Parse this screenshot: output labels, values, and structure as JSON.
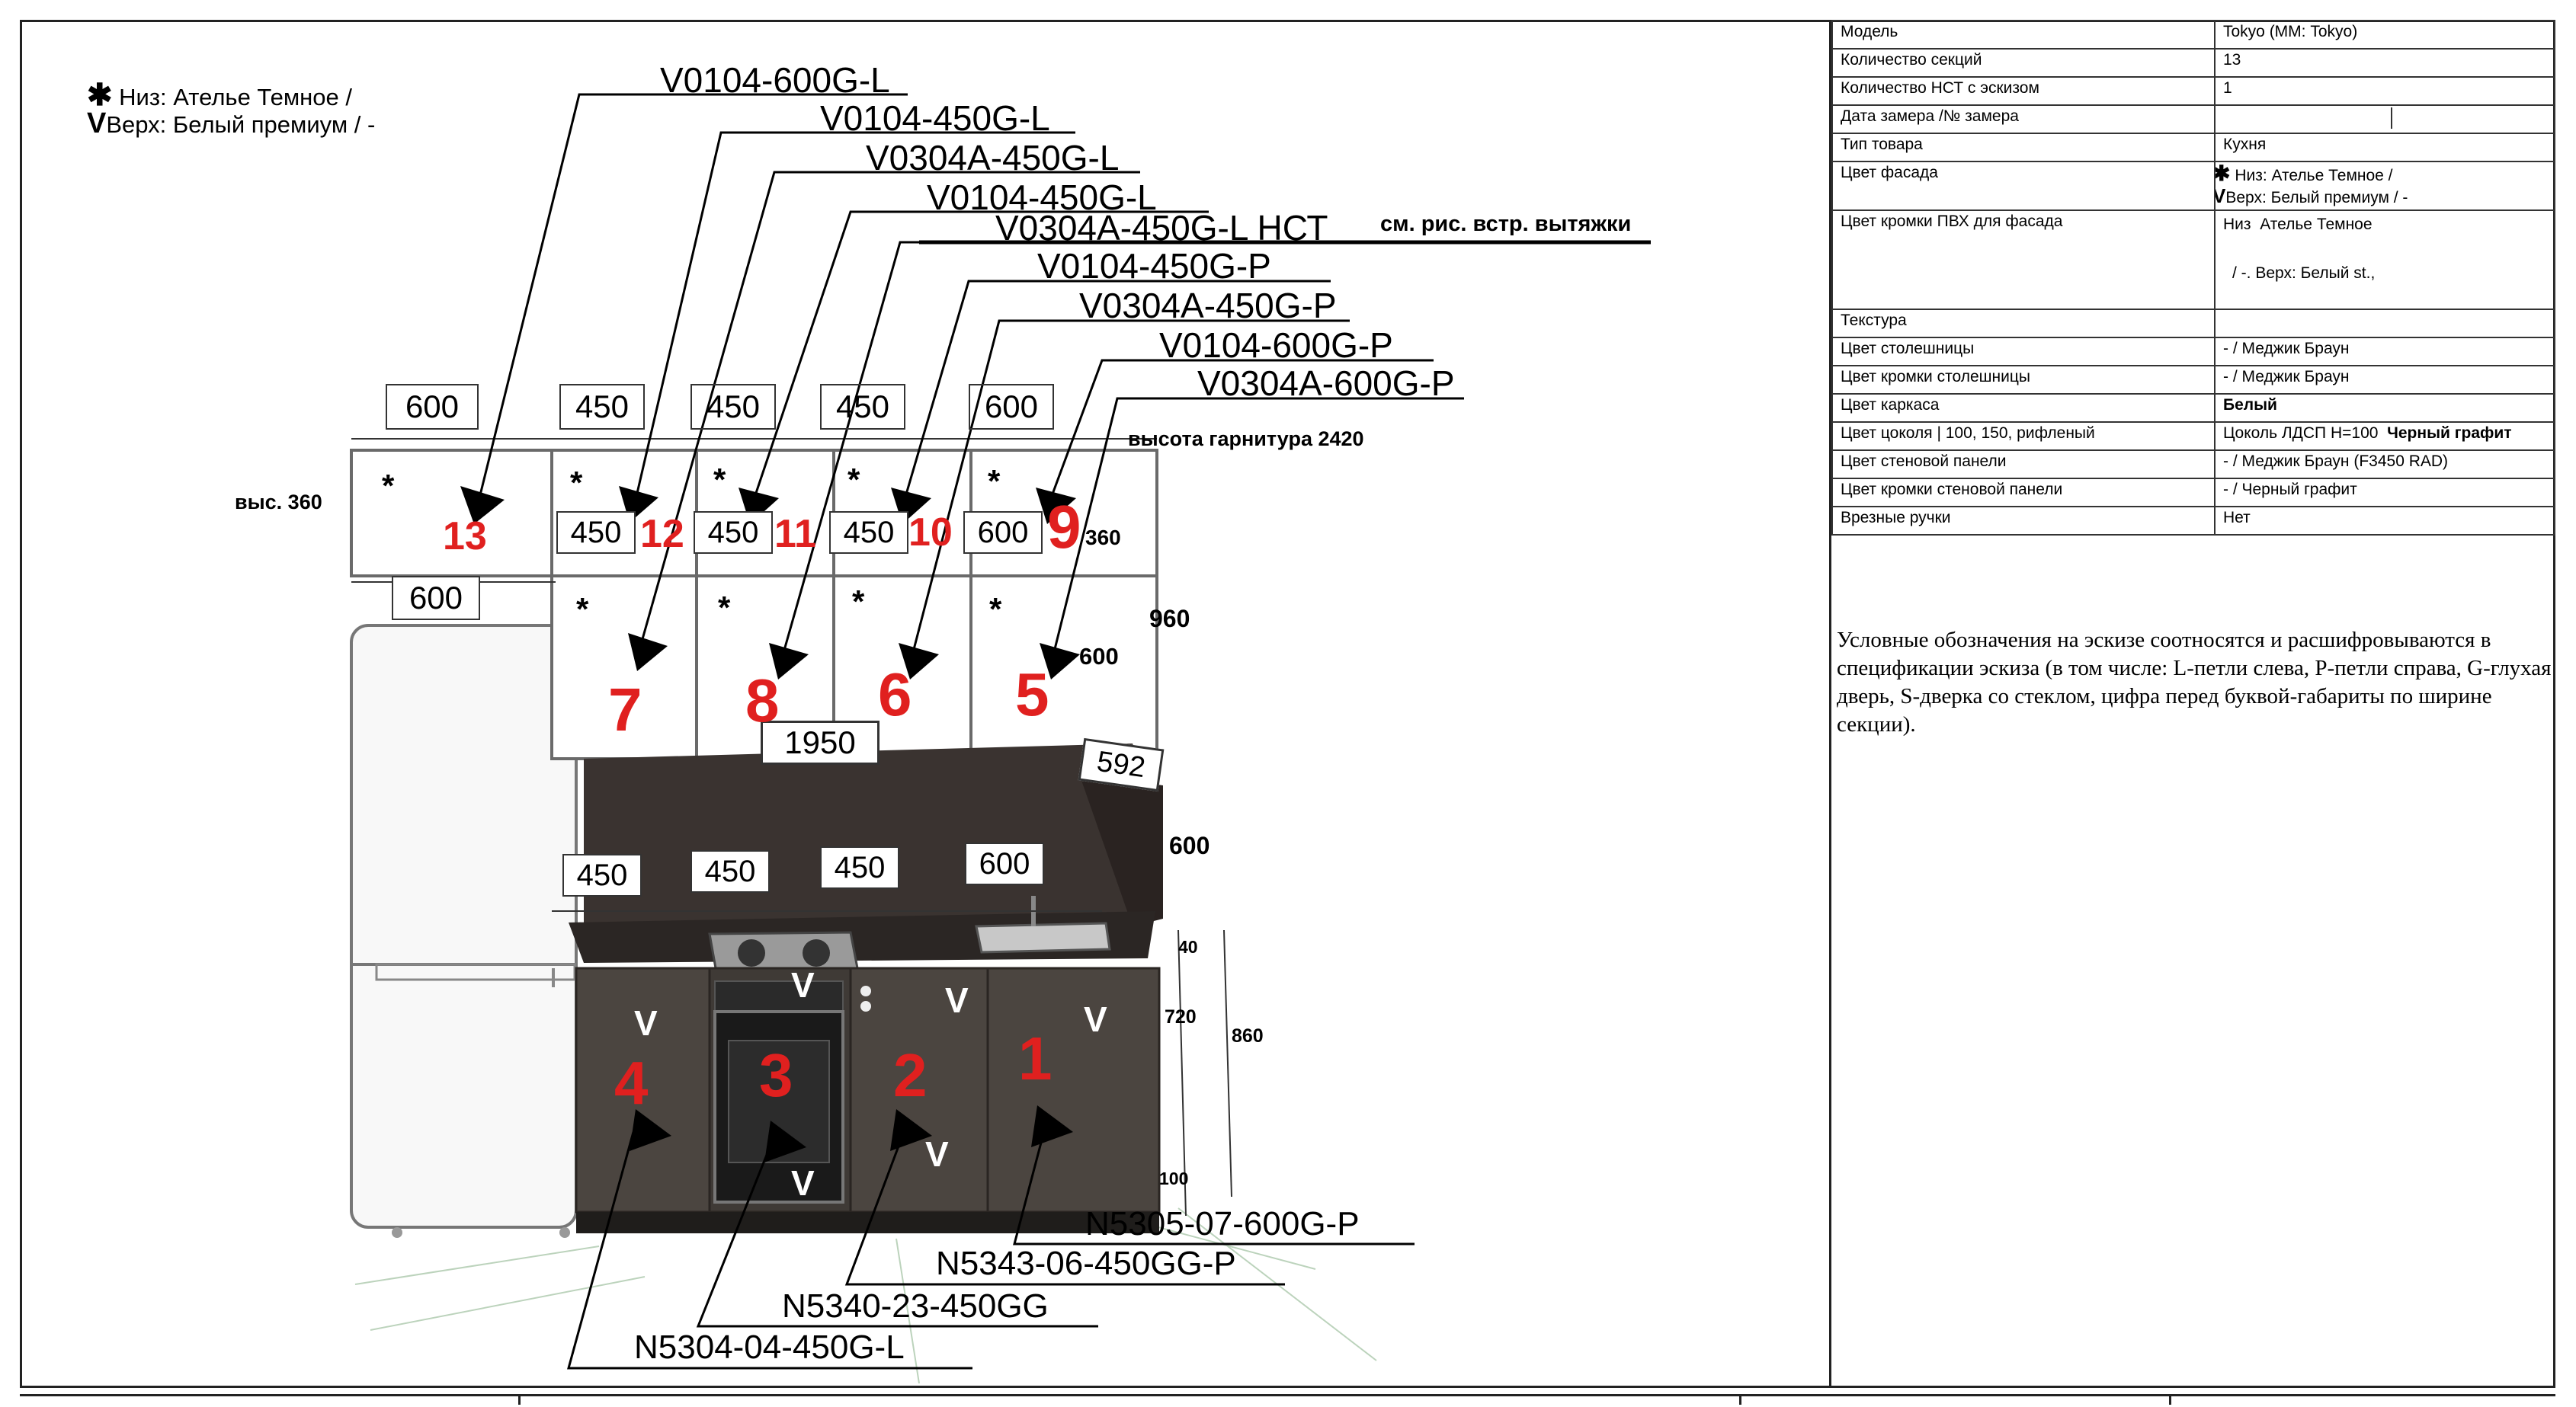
{
  "legend_top": {
    "star": "✱",
    "v": "V",
    "line1": "Низ: Ателье Темное /",
    "line2": "Верх: Белый",
    "line2b": "премиум / -"
  },
  "callouts_top": [
    "V0104-600G-L",
    "V0104-450G-L",
    "V0304A-450G-L",
    "V0104-450G-L",
    "V0304A-450G-L НСТ",
    "V0104-450G-P",
    "V0304A-450G-P",
    "V0104-600G-P",
    "V0304A-600G-P"
  ],
  "hood_note": "см. рис. встр. вытяжки",
  "set_height": "высота гарнитура 2420",
  "heights": {
    "h360_left": "выс. 360",
    "h360_right": "360",
    "h960": "960",
    "h600_upper": "600",
    "h600_panel": "600",
    "h40": "40",
    "h720": "720",
    "h860": "860",
    "h100": "100"
  },
  "widths_top": [
    "600",
    "450",
    "450",
    "450",
    "600"
  ],
  "widths_upper_inner": [
    "450",
    "450",
    "450",
    "600"
  ],
  "width_fridge": "600",
  "width_total": "1950",
  "width_panel": "592",
  "widths_base": [
    "450",
    "450",
    "450",
    "600"
  ],
  "section_numbers": [
    "13",
    "12",
    "11",
    "10",
    "9",
    "7",
    "8",
    "6",
    "5",
    "4",
    "3",
    "2",
    "1"
  ],
  "marks": {
    "star": "*",
    "v": "V"
  },
  "callouts_bottom": [
    "N5305-07-600G-P",
    "N5343-06-450GG-P",
    "N5340-23-450GG",
    "N5304-04-450G-L"
  ],
  "spec": {
    "rows": [
      {
        "label": "Модель",
        "value": "Tokyo (ММ: Tokyo)"
      },
      {
        "label": "Количество секций",
        "value": "13"
      },
      {
        "label": "Количество НСТ с эскизом",
        "value": "1"
      },
      {
        "label": "Дата замера /№ замера",
        "value": ""
      },
      {
        "label": "Тип товара",
        "value": "Кухня"
      },
      {
        "label": "Цвет фасада",
        "value": ""
      },
      {
        "label": "Цвет кромки ПВХ для фасада",
        "value": ""
      },
      {
        "label": "Текстура",
        "value": ""
      },
      {
        "label": "Цвет столешницы",
        "value": "- / Меджик Браун"
      },
      {
        "label": "Цвет кромки столешницы",
        "value": "- / Меджик Браун"
      },
      {
        "label": "Цвет каркаса",
        "value": "Белый"
      },
      {
        "label": "Цвет цоколя | 100, 150, рифленый",
        "value": "Цоколь ЛДСП Н=100",
        "value_bold": "Черный графит"
      },
      {
        "label": "Цвет стеновой панели",
        "value": "- / Меджик Браун (F3450 RAD)"
      },
      {
        "label": "Цвет кромки стеновой панели",
        "value": "- / Черный графит"
      },
      {
        "label": "Врезные ручки",
        "value": "Нет"
      }
    ],
    "facade_line1": "Низ: Ателье Темное /",
    "facade_line2": "Верх: Белый",
    "facade_line2b": "премиум / -",
    "edge_line1a": "Низ",
    "edge_line1b": "Ателье Темное",
    "edge_line2": "/ -. Верх: Белый st.,"
  },
  "legend_text": "Условные обозначения на эскизе соотносятся и расшифровываются в спецификации эскиза (в том числе: L-петли слева, P-петли справа, G-глухая дверь, S-дверка со стеклом, цифра перед буквой-габариты по ширине секции).",
  "colors": {
    "number_red": "#e0201f",
    "base_fronts": "#4b4540",
    "backsplash": "#3a3330",
    "countertop": "#2b2624"
  }
}
